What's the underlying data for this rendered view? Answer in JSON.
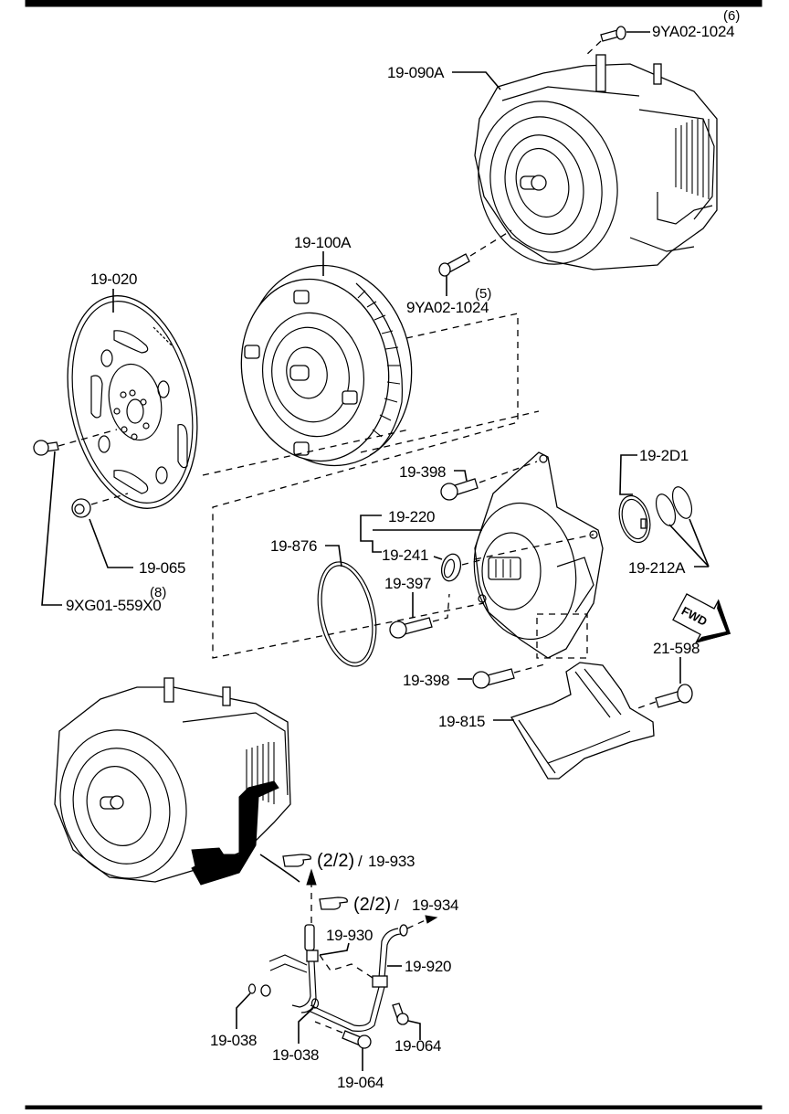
{
  "diagram": {
    "title": "Automatic transaxle & torque converter parts diagram",
    "fwd_badge": "FWD",
    "colors": {
      "line": "#000000",
      "background": "#ffffff"
    },
    "parts": [
      {
        "id": "p1",
        "number": "9YA02-1024",
        "qty": "(6)",
        "name": "bolt"
      },
      {
        "id": "p2",
        "number": "19-090A",
        "qty": "",
        "name": "transaxle-assembly"
      },
      {
        "id": "p3",
        "number": "19-100A",
        "qty": "",
        "name": "torque-converter"
      },
      {
        "id": "p4",
        "number": "9YA02-1024",
        "qty": "(5)",
        "name": "bolt"
      },
      {
        "id": "p5",
        "number": "19-020",
        "qty": "",
        "name": "drive-plate"
      },
      {
        "id": "p6",
        "number": "19-065",
        "qty": "",
        "name": "nut"
      },
      {
        "id": "p7",
        "number": "9XG01-559X0",
        "qty": "(8)",
        "name": "bolt"
      },
      {
        "id": "p8",
        "number": "19-398",
        "qty": "",
        "name": "bolt-upper"
      },
      {
        "id": "p9",
        "number": "19-220",
        "qty": "",
        "name": "oil-pump"
      },
      {
        "id": "p10",
        "number": "19-241",
        "qty": "",
        "name": "oil-seal"
      },
      {
        "id": "p11",
        "number": "19-876",
        "qty": "",
        "name": "o-ring"
      },
      {
        "id": "p12",
        "number": "19-397",
        "qty": "",
        "name": "bolt"
      },
      {
        "id": "p13",
        "number": "19-398",
        "qty": "",
        "name": "bolt-lower"
      },
      {
        "id": "p14",
        "number": "19-2D1",
        "qty": "",
        "name": "seal-ring"
      },
      {
        "id": "p15",
        "number": "19-212A",
        "qty": "",
        "name": "seal-rings"
      },
      {
        "id": "p16",
        "number": "21-598",
        "qty": "",
        "name": "bolt"
      },
      {
        "id": "p17",
        "number": "19-815",
        "qty": "",
        "name": "oil-strainer"
      },
      {
        "id": "p18",
        "number": "19-930",
        "qty": "",
        "name": "oil-pipe"
      },
      {
        "id": "p19",
        "number": "19-920",
        "qty": "",
        "name": "oil-pipe"
      },
      {
        "id": "p20",
        "number": "19-038",
        "qty": "",
        "name": "o-ring-left"
      },
      {
        "id": "p21",
        "number": "19-038",
        "qty": "",
        "name": "o-ring-right"
      },
      {
        "id": "p22",
        "number": "19-064",
        "qty": "",
        "name": "bolt-right"
      },
      {
        "id": "p23",
        "number": "19-064",
        "qty": "",
        "name": "bolt-bottom"
      }
    ],
    "references": [
      {
        "page": "(2/2)",
        "separator": "/",
        "number": "19-933",
        "icon": "pointing-hand-icon"
      },
      {
        "page": "(2/2)",
        "separator": "/",
        "number": "19-934",
        "icon": "pointing-hand-icon"
      }
    ]
  }
}
